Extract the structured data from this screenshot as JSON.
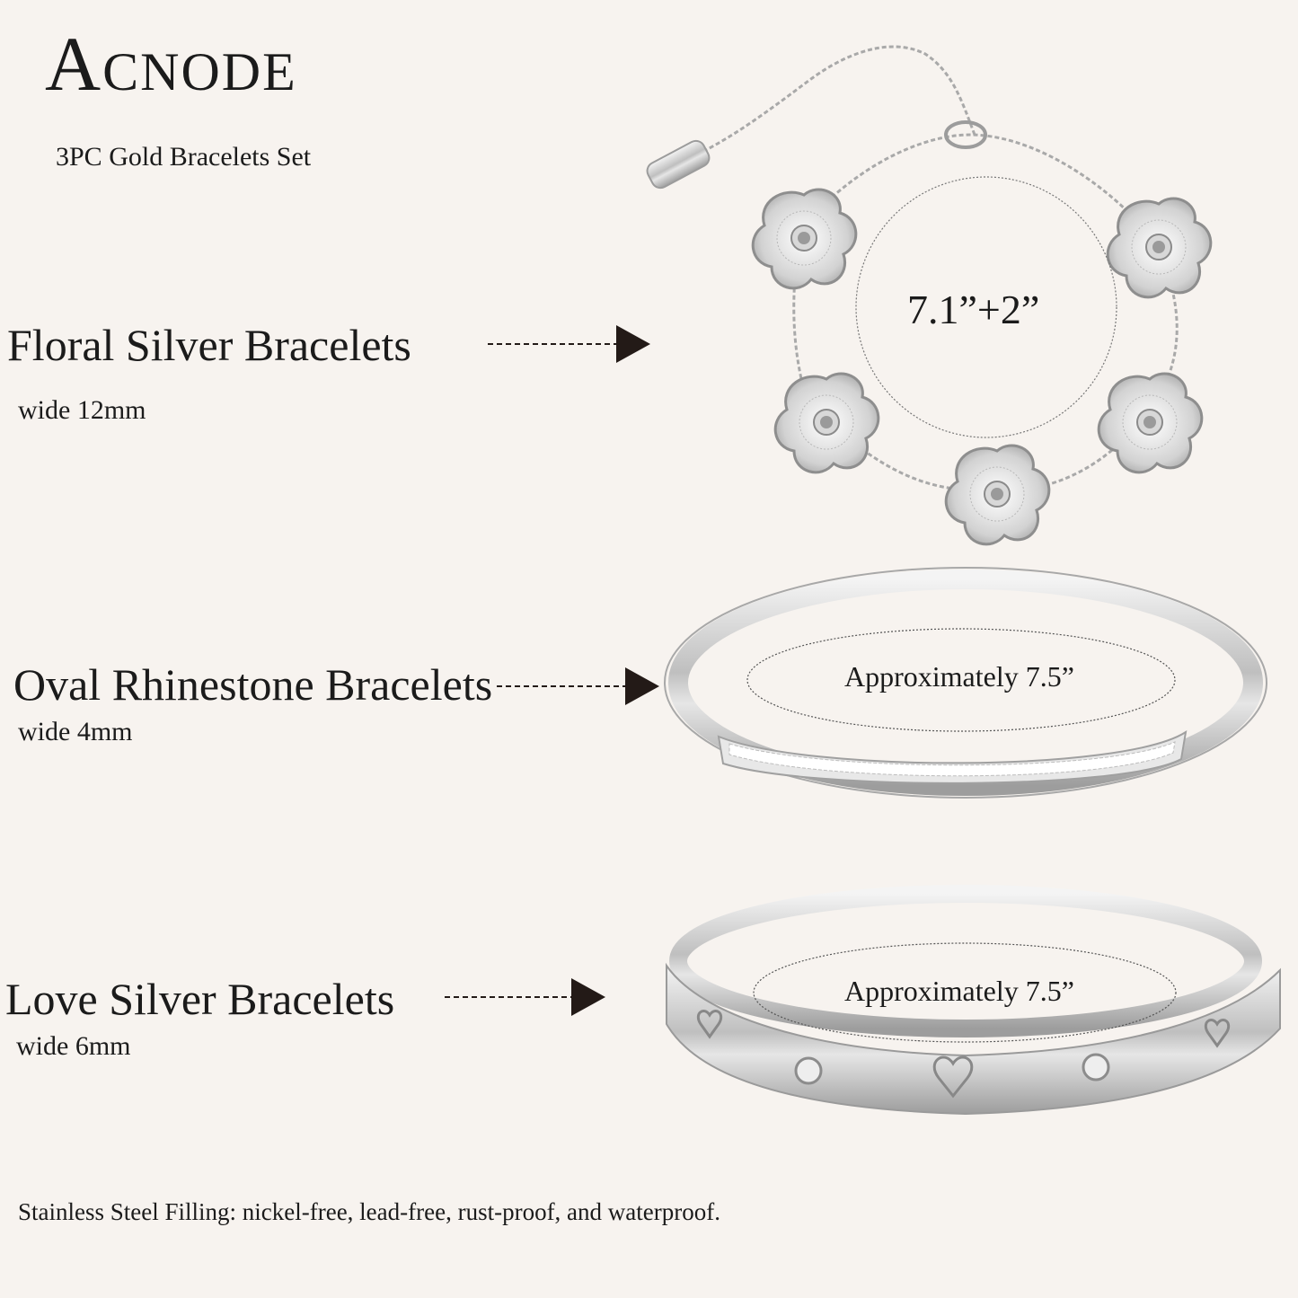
{
  "brand": "Acnode",
  "subtitle": "3PC Gold Bracelets Set",
  "products": [
    {
      "name": "Floral Silver Bracelets",
      "width": "wide 12mm",
      "size": "7.1”+2”"
    },
    {
      "name": "Oval Rhinestone Bracelets",
      "width": "wide 4mm",
      "size": "Approximately 7.5”"
    },
    {
      "name": "Love Silver Bracelets",
      "width": "wide 6mm",
      "size": "Approximately 7.5”"
    }
  ],
  "footer": "Stainless Steel Filling:  nickel-free, lead-free, rust-proof, and waterproof.",
  "colors": {
    "background": "#f7f3ef",
    "text": "#1b1b1b",
    "silver": "#c9c9c9",
    "arrow": "#231a17"
  }
}
